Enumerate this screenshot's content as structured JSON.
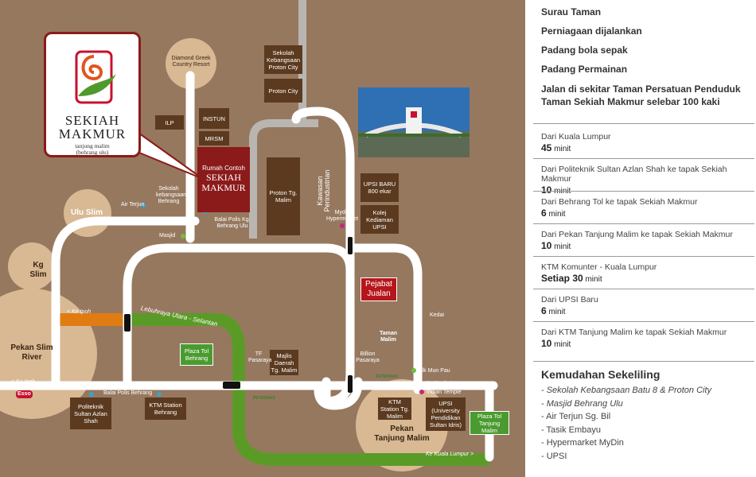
{
  "logo": {
    "title": "SEKIAH MAKMUR",
    "sub1": "tanjung malim",
    "sub2": "(behrang ulu)"
  },
  "rumah": {
    "line1": "Rumah Contoh",
    "line2": "SEKIAH",
    "line3": "MAKMUR"
  },
  "pejabat": {
    "line1": "Pejabat",
    "line2": "Jualan"
  },
  "circles": {
    "diamond": "Diamond Greek Country Resort",
    "ulu_slim": "Ulu Slim",
    "kg_slim": "Kg Slim",
    "slim_river": "Pekan Slim River",
    "tanjung_malim": "Pekan Tanjung Malim"
  },
  "boxes": {
    "sekolah_proton": "Sekolah Kebangsaan Proton City",
    "proton_city": "Proton City",
    "ilp": "ILP",
    "instun": "INSTUN",
    "mrsm": "MRSM",
    "proton_tg": "Proton Tg. Malim",
    "upsi_baru": "UPSI BARU 800 ekar",
    "kolej": "Kolej Kediaman UPSI",
    "politeknik": "Politeknik Sultan Azlan Shah",
    "ktm_behrang": "KTM Station Behrang",
    "majlis": "Majlis Daerah Tg. Malim",
    "ktm_tg": "KTM Station Tg. Malim",
    "upsi": "UPSI (University Pendidikan Sultan Idris)"
  },
  "green": {
    "plaza_behrang": "Plaza Tol Behrang",
    "plaza_tg": "Plaza Tol Tanjung Malim"
  },
  "labels": {
    "sekolah_behrang": "Sekolah kebangsaan Behrang",
    "air_terjun": "Air Terjun",
    "balai_polis_ulu": "Balai Polis Kg. Behrang Ulu",
    "masjid": "Masjid",
    "kawasan": "Kawasan Perindustrian",
    "mydin": "Mydin Hypermarket",
    "lebuhraya": "Lebuhraya Utara - Selantan",
    "ke_ipoh1": "< Ke Ipoh",
    "ke_ipoh2": "< Ke Ipoh",
    "ke_kl1": "Ke Kuala Lumpur >",
    "ke_kl2": "Ke Kuala Lumpur >",
    "balai_polis_behrang": "Balai Polis Behrang",
    "tf": "TF Pasaraya",
    "billion": "Billion Pasaraya",
    "taman_malim": "Taman Malim",
    "ylk": "Ylk Mun Pau",
    "indian": "Indian Temple",
    "kedai": "Kedai",
    "esso": "Esso",
    "petronas1": "PETRONAS",
    "petronas2": "PETRONAS"
  },
  "panel": {
    "top_items": [
      "Surau Taman",
      "Perniagaan dijalankan",
      "Padang bola sepak",
      "Padang Permainan"
    ],
    "jalan": "Jalan di sekitar Taman Persatuan Penduduk Taman Sekiah Makmur selebar 100 kaki",
    "travel": [
      {
        "label": "Dari Kuala Lumpur",
        "num": "45",
        "unit": " minit"
      },
      {
        "label": "Dari Politeknik Sultan Azlan Shah ke tapak Sekiah Makmur",
        "num": "10",
        "unit": " minit"
      },
      {
        "label": "Dari Behrang Tol ke tapak Sekiah Makmur",
        "num": "6",
        "unit": " minit"
      },
      {
        "label": "Dari Pekan Tanjung Malim ke tapak Sekiah Makmur",
        "num": "10",
        "unit": " minit"
      },
      {
        "label": "KTM Komunter - Kuala Lumpur",
        "num": "Setiap 30",
        "unit": " minit"
      },
      {
        "label": "Dari UPSI Baru",
        "num": "6",
        "unit": " minit"
      },
      {
        "label": "Dari KTM Tanjung Malim ke tapak Sekiah Makmur",
        "num": "10",
        "unit": " minit"
      }
    ],
    "kem_title": "Kemudahan Sekeliling",
    "kem_items": [
      "- Sekolah Kebangsaan Batu 8 & Proton City",
      "- Masjid Behrang Ulu",
      "- Air Terjun Sg. Bil",
      "- Tasik Embayu",
      "- Hypermarket MyDin",
      "- UPSI"
    ]
  },
  "colors": {
    "map_bg": "#96785f",
    "road": "#ffffff",
    "box": "#5b3a1f",
    "red": "#8b1a1a",
    "green": "#4a9b2f",
    "circle": "#d8b994"
  }
}
